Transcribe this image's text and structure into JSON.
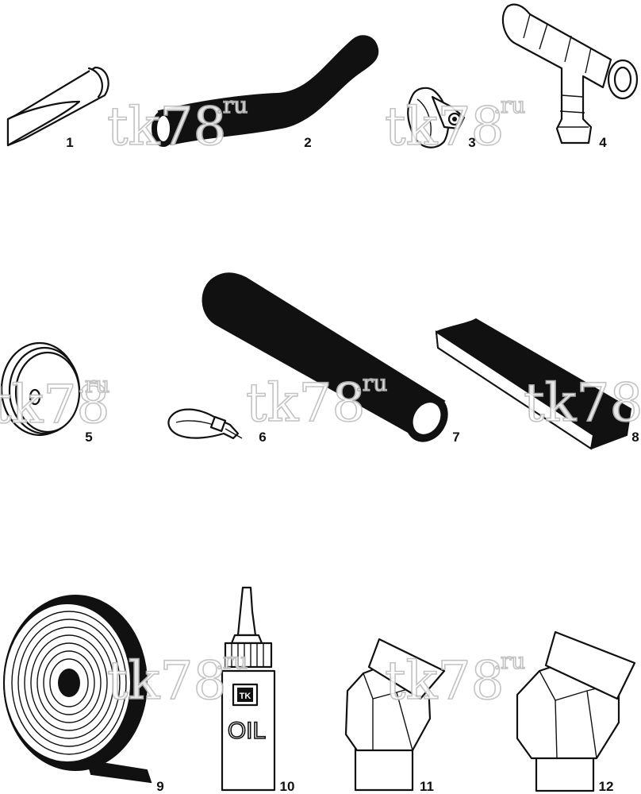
{
  "parts": [
    {
      "id": "part-1",
      "number": "1"
    },
    {
      "id": "part-2",
      "number": "2"
    },
    {
      "id": "part-3",
      "number": "3"
    },
    {
      "id": "part-4",
      "number": "4"
    },
    {
      "id": "part-5",
      "number": "5"
    },
    {
      "id": "part-6",
      "number": "6"
    },
    {
      "id": "part-7",
      "number": "7"
    },
    {
      "id": "part-8",
      "number": "8"
    },
    {
      "id": "part-9",
      "number": "9"
    },
    {
      "id": "part-10",
      "number": "10"
    },
    {
      "id": "part-11",
      "number": "11"
    },
    {
      "id": "part-12",
      "number": "12"
    }
  ],
  "watermark": {
    "main": "tk78",
    "suffix": ".ru"
  },
  "bottle_label": {
    "text": "OIL",
    "logo": "TK"
  }
}
